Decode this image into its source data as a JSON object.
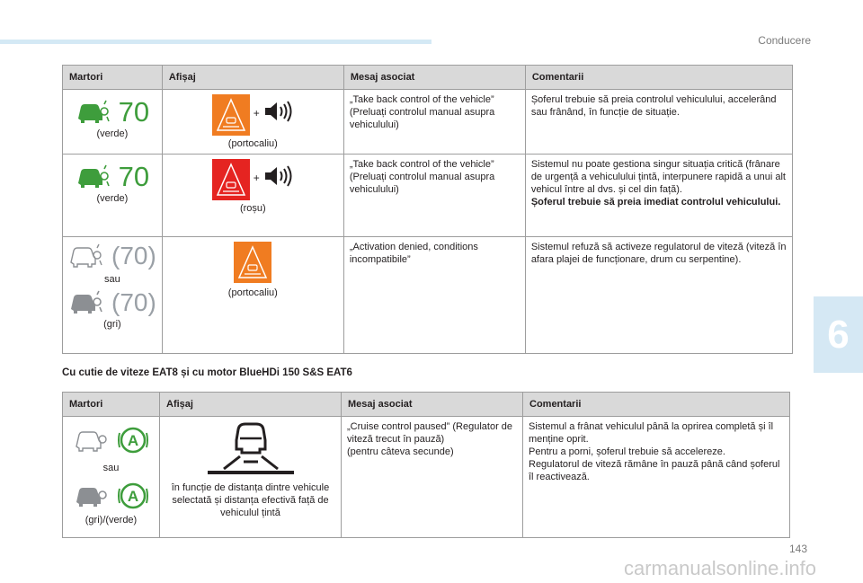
{
  "header": {
    "section": "Conducere",
    "chapter": "6",
    "page": "143",
    "watermark": "carmanualsonline.info"
  },
  "colors": {
    "green": "#3e9d3c",
    "orange": "#f07c21",
    "red": "#e52421",
    "grey": "#8c8f93",
    "header_bg": "#d9d9d9"
  },
  "table1": {
    "headers": [
      "Martori",
      "Afișaj",
      "Mesaj asociat",
      "Comentarii"
    ],
    "rows": [
      {
        "speed": "70",
        "witness_caption": "(verde)",
        "plus": "+",
        "display_caption": "(portocaliu)",
        "message": "„Take back control of the vehicle” (Preluați controlul manual asupra vehiculului)",
        "comment": "Șoferul trebuie să preia controlul vehiculului, accelerând sau frânând, în funcție de situație."
      },
      {
        "speed": "70",
        "witness_caption": "(verde)",
        "plus": "+",
        "display_caption": "(roșu)",
        "message": "„Take back control of the vehicle” (Preluați controlul manual asupra vehiculului)",
        "comment": "Sistemul nu poate gestiona singur situația critică (frânare de urgență a vehiculului țintă, interpunere rapidă a unui alt vehicul între al dvs. și cel din față).",
        "comment_bold": "Șoferul trebuie să preia imediat controlul vehiculului."
      },
      {
        "speed_a": "70",
        "or_label": "sau",
        "speed_b": "70",
        "witness_caption": "(gri)",
        "display_caption": "(portocaliu)",
        "message": "„Activation denied, conditions incompatibile”",
        "comment": "Sistemul refuză să activeze regulatorul de viteză (viteză în afara plajei de funcționare, drum cu serpentine)."
      }
    ]
  },
  "subheading": "Cu cutie de viteze EAT8 și cu motor BlueHDi 150 S&S EAT6",
  "table2": {
    "headers": [
      "Martori",
      "Afișaj",
      "Mesaj asociat",
      "Comentarii"
    ],
    "row": {
      "a_letter": "A",
      "or_label": "sau",
      "witness_caption": "(gri)/(verde)",
      "display_caption": "în funcție de distanța dintre vehicule selectată și distanța efectivă față de vehiculul țintă",
      "message": [
        "„Cruise control paused” (Regulator de viteză trecut în pauză)",
        "(pentru câteva secunde)"
      ],
      "comment": [
        "Sistemul a frânat vehiculul până la oprirea completă și îl menține oprit.",
        "Pentru a porni, șoferul trebuie să accelereze.",
        "Regulatorul de viteză rămâne în pauză până când șoferul îl reactivează."
      ]
    }
  }
}
